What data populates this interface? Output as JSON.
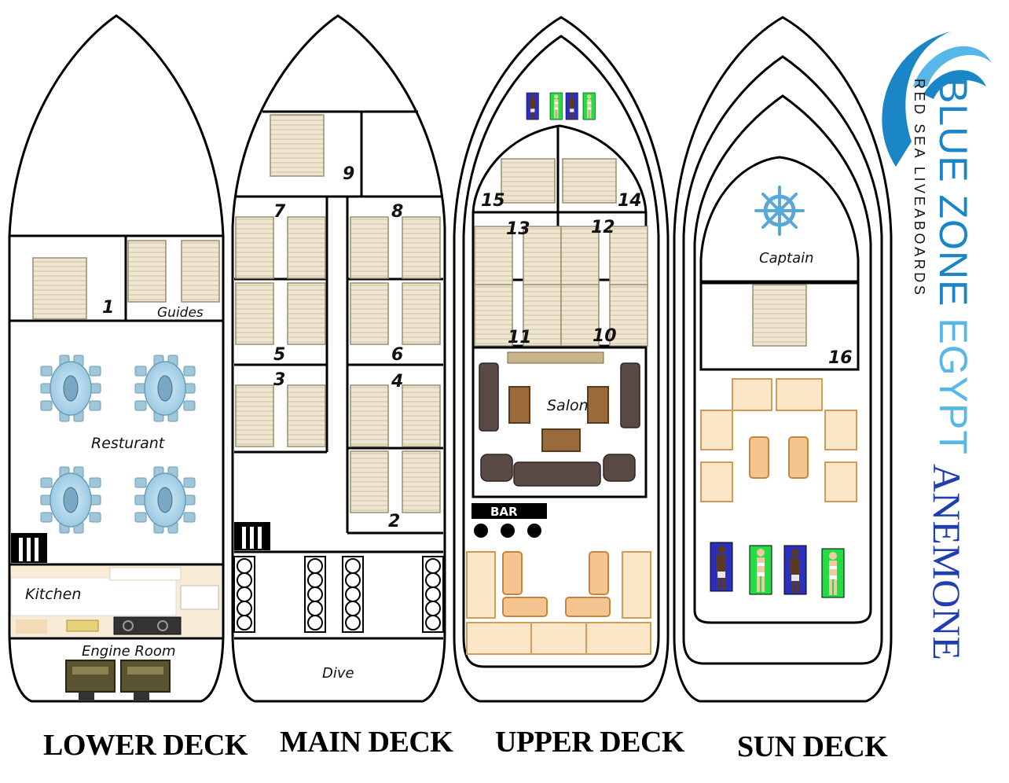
{
  "brand": {
    "name_line1": "BLUE ZONE",
    "name_line2": "EGYPT",
    "tagline": "RED SEA LIVEABOARDS",
    "colors": {
      "blue": "#1a86c8",
      "light_blue": "#57b7e8",
      "navy": "#1f3fb0"
    }
  },
  "boat_name": "ANEMONE",
  "decks": {
    "lower": {
      "label": "LOWER DECK",
      "cabin_1": "1",
      "guides": "Guides",
      "restaurant": "Resturant",
      "kitchen": "Kitchen",
      "engine_room": "Engine Room"
    },
    "main": {
      "label": "MAIN DECK",
      "cabins": [
        "9",
        "7",
        "8",
        "5",
        "6",
        "3",
        "4",
        "2"
      ],
      "dive": "Dive"
    },
    "upper": {
      "label": "UPPER DECK",
      "cabins": [
        "15",
        "14",
        "13",
        "12",
        "11",
        "10"
      ],
      "salon": "Salon",
      "bar": "BAR"
    },
    "sun": {
      "label": "SUN DECK",
      "captain": "Captain",
      "cabin_16": "16",
      "wheel_icon": "ship-wheel-icon"
    }
  }
}
